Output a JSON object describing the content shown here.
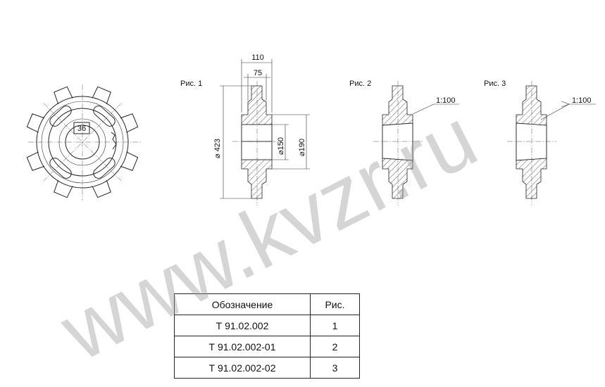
{
  "figures": {
    "fig1_label": "Рис. 1",
    "fig2_label": "Рис. 2",
    "fig3_label": "Рис. 3"
  },
  "dimensions": {
    "hub_mark": "36",
    "width_overall": "110",
    "width_hub": "75",
    "dia_outer": "⌀ 423",
    "dia_bore": "⌀150",
    "dia_hub": "⌀190",
    "taper_fig2": "1:100",
    "taper_fig3": "1:100"
  },
  "table": {
    "headers": [
      "Обозначение",
      "Рис."
    ],
    "rows": [
      [
        "Т 91.02.002",
        "1"
      ],
      [
        "Т 91.02.002-01",
        "2"
      ],
      [
        "Т 91.02.002-02",
        "3"
      ]
    ]
  },
  "watermark": "www.kvzr.ru"
}
